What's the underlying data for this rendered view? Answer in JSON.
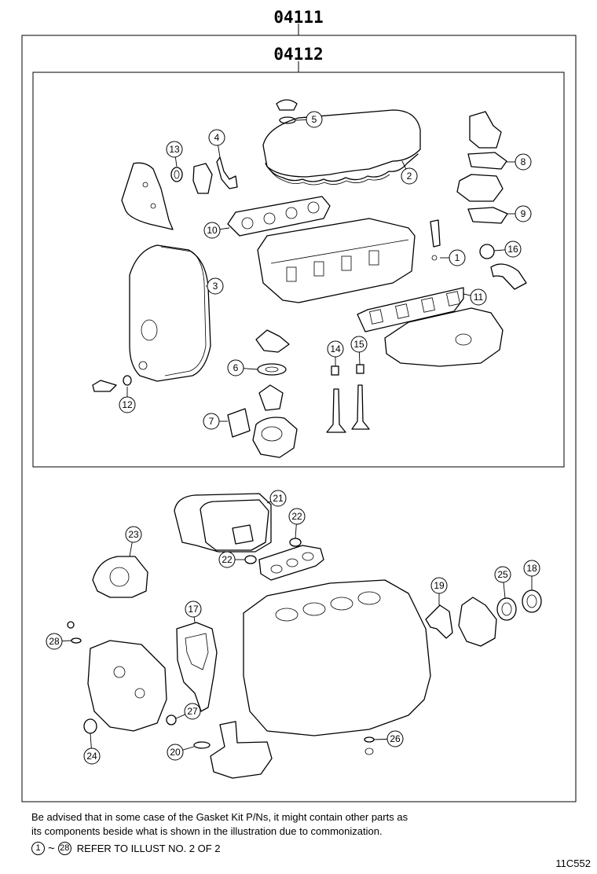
{
  "header": {
    "kit_number": "04111",
    "subkit_number": "04112"
  },
  "callouts": [
    {
      "id": "1",
      "n": "1"
    },
    {
      "id": "2",
      "n": "2"
    },
    {
      "id": "3",
      "n": "3"
    },
    {
      "id": "4",
      "n": "4"
    },
    {
      "id": "5",
      "n": "5"
    },
    {
      "id": "6",
      "n": "6"
    },
    {
      "id": "7",
      "n": "7"
    },
    {
      "id": "8",
      "n": "8"
    },
    {
      "id": "9",
      "n": "9"
    },
    {
      "id": "10",
      "n": "10"
    },
    {
      "id": "11",
      "n": "11"
    },
    {
      "id": "12",
      "n": "12"
    },
    {
      "id": "13",
      "n": "13"
    },
    {
      "id": "14",
      "n": "14"
    },
    {
      "id": "15",
      "n": "15"
    },
    {
      "id": "16",
      "n": "16"
    },
    {
      "id": "17",
      "n": "17"
    },
    {
      "id": "18",
      "n": "18"
    },
    {
      "id": "19",
      "n": "19"
    },
    {
      "id": "20",
      "n": "20"
    },
    {
      "id": "21",
      "n": "21"
    },
    {
      "id": "22a",
      "n": "22"
    },
    {
      "id": "22b",
      "n": "22"
    },
    {
      "id": "23",
      "n": "23"
    },
    {
      "id": "24",
      "n": "24"
    },
    {
      "id": "25",
      "n": "25"
    },
    {
      "id": "26",
      "n": "26"
    },
    {
      "id": "27",
      "n": "27"
    },
    {
      "id": "28",
      "n": "28"
    }
  ],
  "notes": {
    "line1": "Be advised that in some case of the Gasket Kit P/Ns,  it might contain other parts as",
    "line2": "its components beside what is shown in the illustration due to commonization.",
    "range_start": "1",
    "range_separator": "~",
    "range_end": "28",
    "refer_text": "REFER TO ILLUST NO. 2 OF 2"
  },
  "illustration_code": "11C552"
}
